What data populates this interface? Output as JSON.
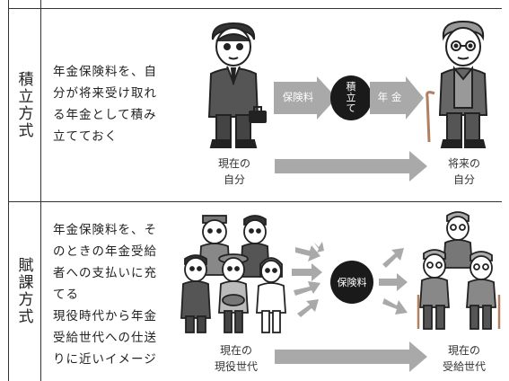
{
  "tsumitate": {
    "label": "積立方式",
    "description": "年金保険料を、自\n分が将来受け取れ\nる年金として積み\n立てておく",
    "arrow1_label": "保険料",
    "circle_label": "積\n立\nて",
    "arrow2_label": "年 金",
    "caption_left": "現在の\n自分",
    "caption_right": "将来の\n自分",
    "icons": [
      "young-man-icon",
      "elderly-man-icon",
      "briefcase-icon",
      "cane-icon"
    ]
  },
  "fuka": {
    "label": "賦課方式",
    "description": "年金保険料を、そ\nのときの年金受給\n者への支払いに充\nてる\n現役時代から年金\n受給世代への仕送\nりに近いイメージ",
    "circle_label": "保険料",
    "caption_left": "現在の\n現役世代",
    "caption_right": "現在の\n受給世代",
    "icons": [
      "working-generation-group-icon",
      "elderly-group-icon"
    ]
  },
  "colors": {
    "arrow_gray": "#a9a9a9",
    "circle_black": "#1a1a1a",
    "line": "#333333"
  }
}
